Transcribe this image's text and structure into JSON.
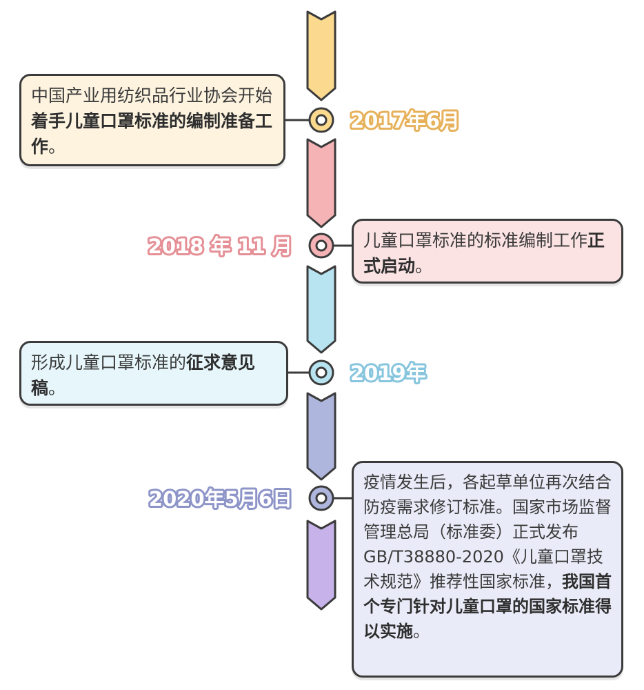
{
  "colors": {
    "stroke": "#3b3b3b",
    "stage1": "#fbd98e",
    "stage1_bg": "#fdf3df",
    "stage2": "#f6b3b6",
    "stage2_bg": "#fbe2e3",
    "stage3": "#b8e3f1",
    "stage3_bg": "#e6f6fb",
    "stage4": "#aeb6dd",
    "stage4_bg": "#e9ecf8",
    "stage5": "#c7b3ea",
    "date1": "#e6b15a",
    "date2": "#e58f96",
    "date3": "#86c5dd",
    "date4": "#8d94c8"
  },
  "events": [
    {
      "date": "2017年6月",
      "text_normal": "中国产业用纺织品行业协会开始",
      "text_bold": "着手儿童口罩标准的编制准备工作",
      "text_end": "。"
    },
    {
      "date": "2018 年 11 月",
      "text_normal": "儿童口罩标准的标准编制工作",
      "text_bold": "正式启动",
      "text_end": "。"
    },
    {
      "date": "2019年",
      "text_normal": "形成儿童口罩标准的",
      "text_bold": "征求意见稿",
      "text_end": "。"
    },
    {
      "date": "2020年5月6日",
      "text_normal": "疫情发生后，各起草单位再次结合防疫需求修订标准。国家市场监督管理总局（标准委）正式发布GB/T38880-2020《儿童口罩技术规范》推荐性国家标准，",
      "text_bold": "我国首个专门针对儿童口罩的国家标准得以实施",
      "text_end": "。"
    }
  ]
}
